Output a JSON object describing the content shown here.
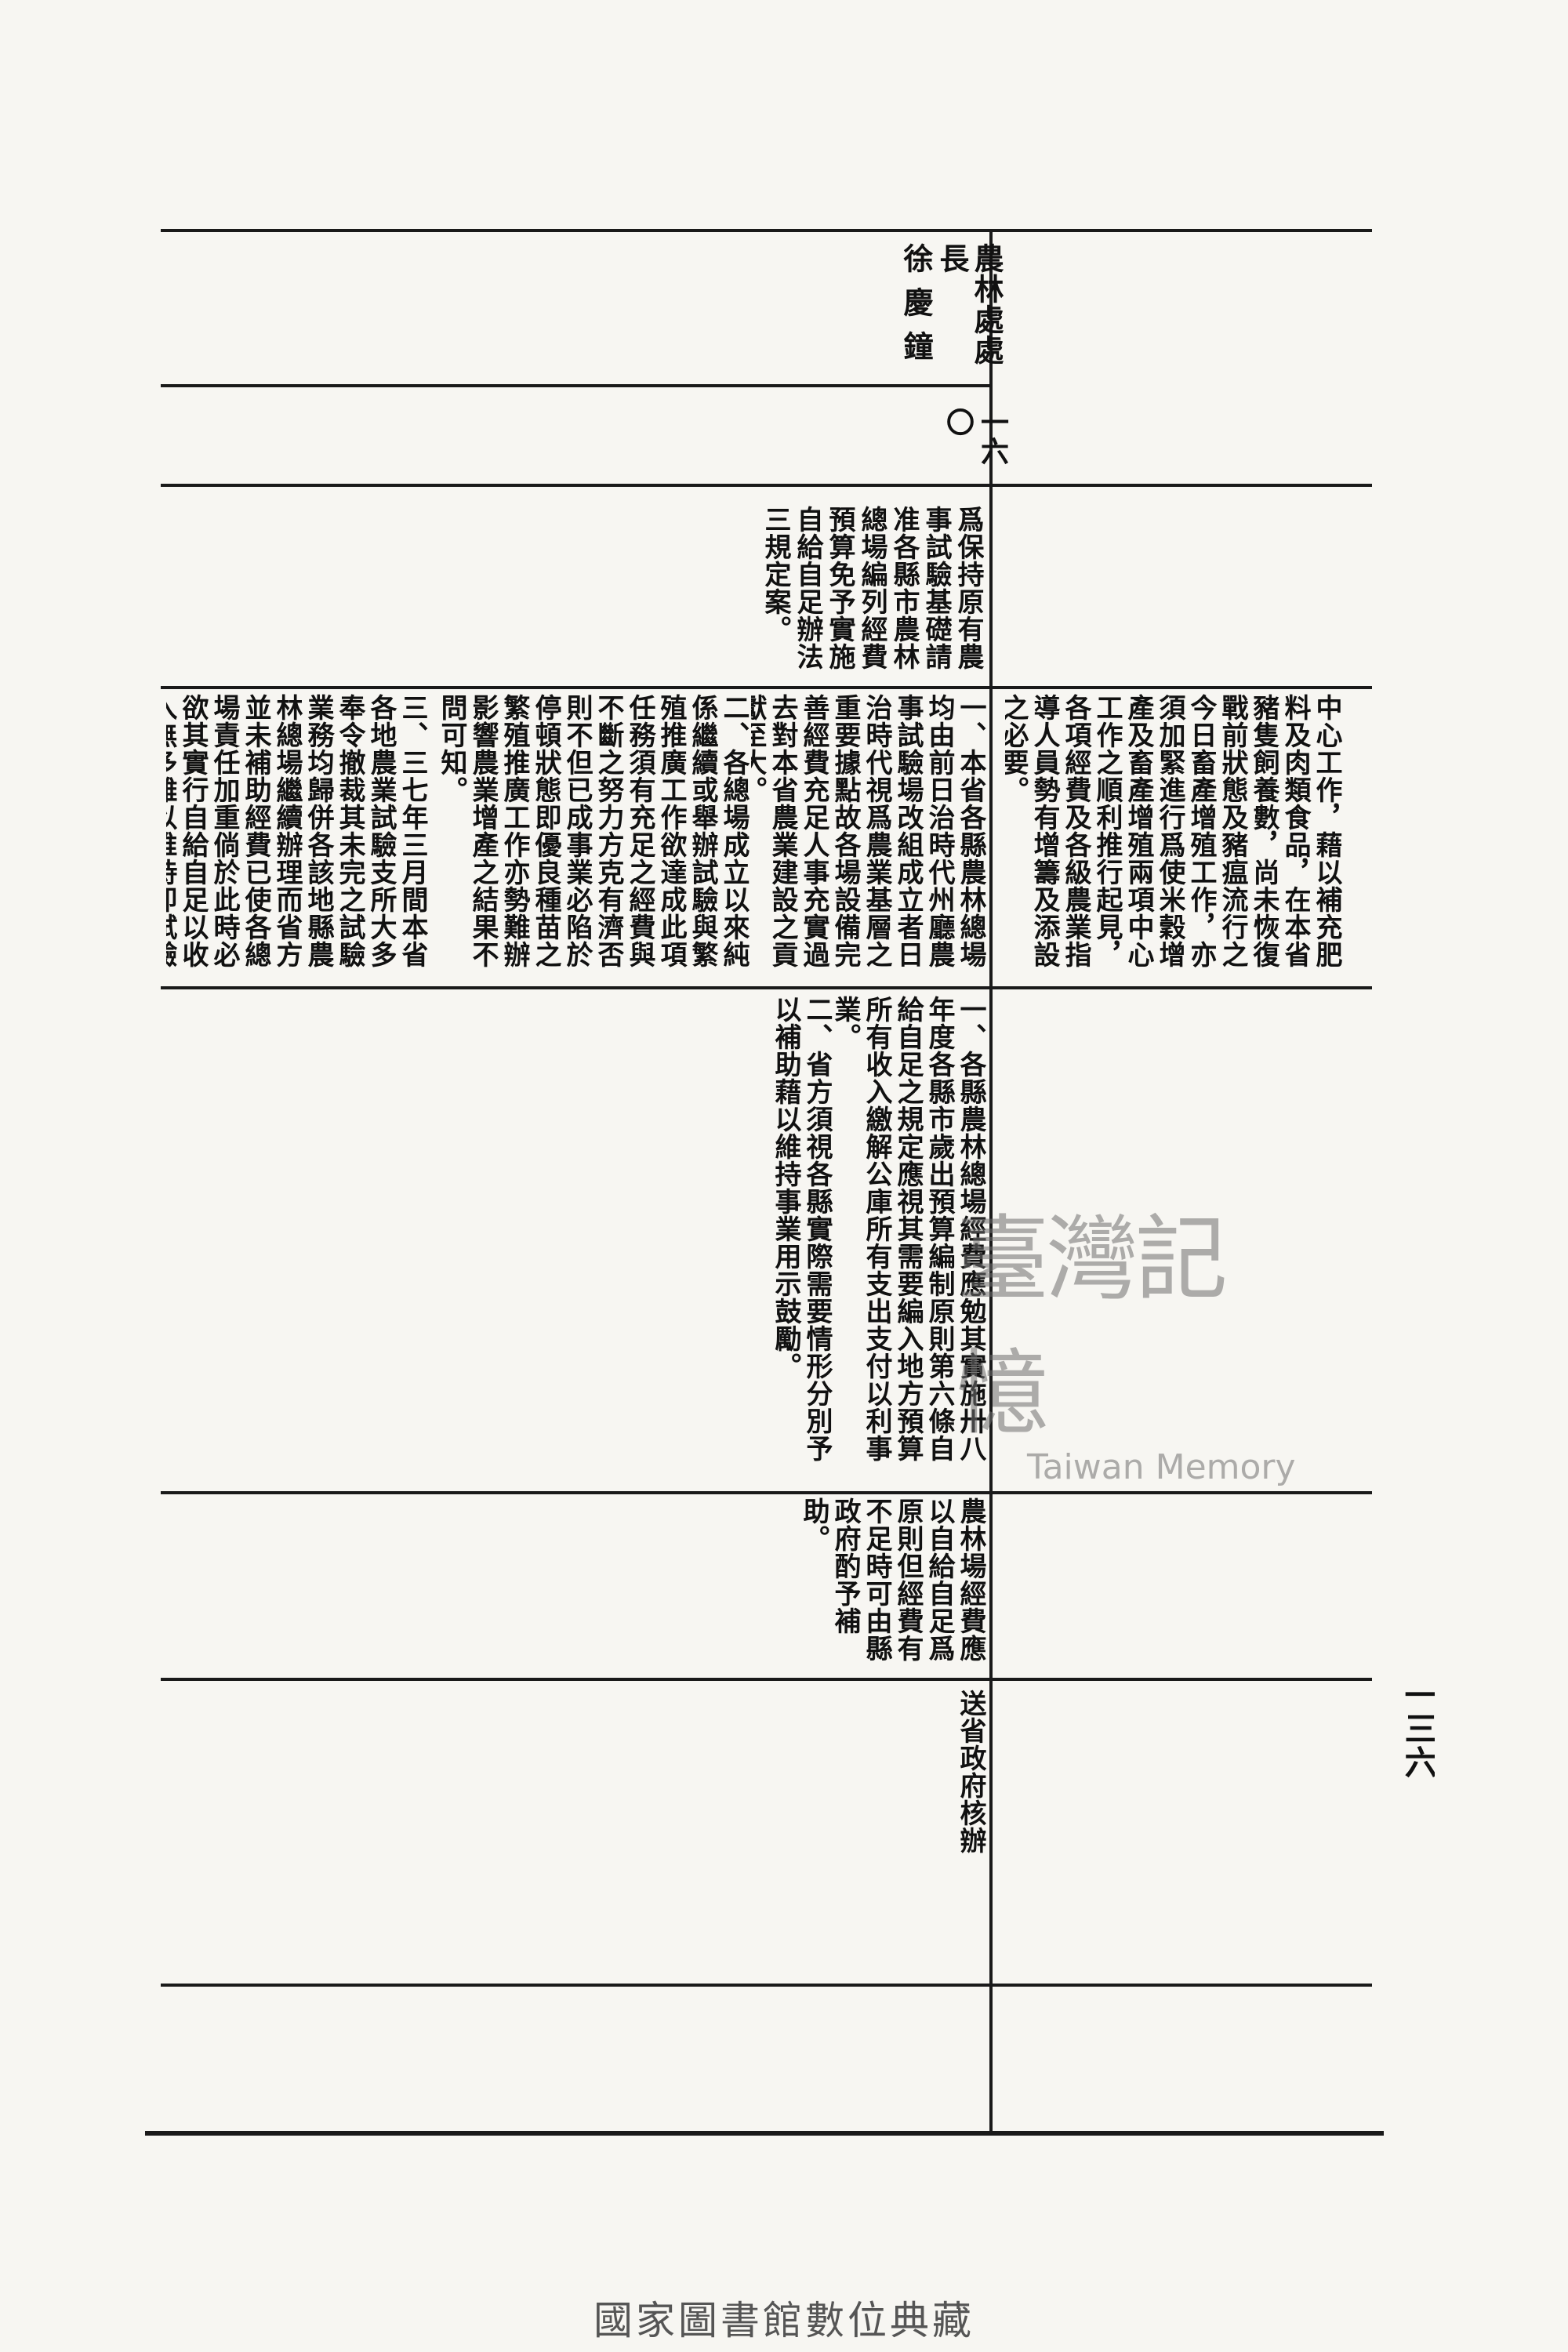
{
  "header": {
    "title": "農林處處長",
    "name": "徐慶鐘",
    "number": "一六〇",
    "page_number": "一三六"
  },
  "right_column_top": "中心工作，藉以補充肥料及肉類食品，在本省豬隻飼養數，尚未恢復戰前狀態及豬瘟流行之今日畜產增殖工作，亦須加緊進行爲使米穀增產及畜產增殖兩項中心工作之順利推行起見，各項經費及各級農業指導人員勢有增籌及添設之必要。",
  "subject": "爲保持原有農事試驗基礎請准各縣市農林總場編列經費預算免予實施自給自足辦法三規定案。",
  "reasons": {
    "r1": "一、本省各縣農林總場均由前日治時代州廳農事試驗場改組成立者日治時代視爲農業基層之重要據點故各場設備完善經費充足人事充實過去對本省農業建設之貢獻至大。",
    "r2": "二、各總場成立以來純係繼續或舉辦試驗與繁殖推廣工作欲達成此項任務須有充足之經費與不斷之努力方克有濟否則不但已成事業必陷於停頓狀態即優良種苗之繁殖推廣工作亦勢難辦影響農業增產之結果不問可知。",
    "r3": "三、三七年三月間本省各地農業試驗支所大多奉令撤裁其未完之試驗業務均歸併各該地縣農林總場繼續辦理而省方並未補助經費已使各總場責任加重倘於此時必欲其實行自給自足以收入無多難以維持即試驗努"
  },
  "methods": {
    "m1": "一、各縣農林總場經費應勉其實施卅八年度各縣市歲出預算編制原則第六條自給自足之規定應視其需要編入地方預算所有收入繳解公庫所有支出支付以利事業。",
    "m2": "二、省方須視各縣實際需要情形分別予以補助藉以維持事業用示鼓勵。"
  },
  "review": "農林場經費應以自給自足爲原則但經費有不足時可由縣政府酌予補助。",
  "resolution": "送省政府核辦",
  "watermark": {
    "cjk": "臺灣記憶",
    "en": "Taiwan Memory"
  },
  "footer": "國家圖書館數位典藏"
}
